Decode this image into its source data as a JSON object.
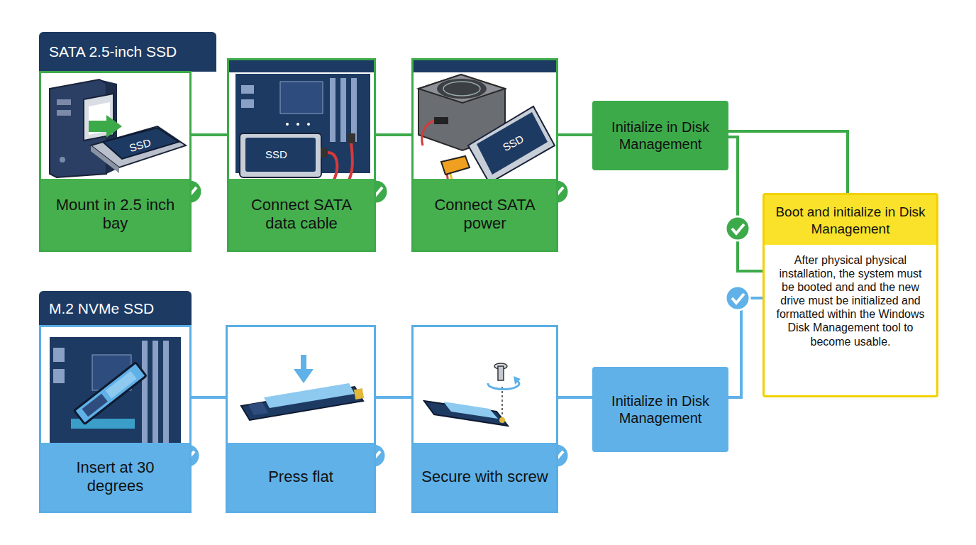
{
  "diagram": {
    "nodes": [
      {
        "text": [
          "SATA 2.5-inch SSD"
        ]
      },
      {
        "text": [
          "Mount in 2.5 inch bay"
        ]
      },
      {
        "text": [
          "Connect SATA data cable"
        ]
      },
      {
        "text": [
          "Connect SATA power"
        ]
      },
      {
        "text": [
          "Initialize in Disk Management"
        ]
      },
      {
        "text": [
          "Boot and initialize in Disk Management",
          "After physical physical installation, the system must be booted and and the new drive must be initialized and formatted within the Windows Disk Management tool to become usable."
        ]
      },
      {
        "text": [
          "M.2 NVMe SSD"
        ]
      },
      {
        "text": [
          "Insert at 30 degrees"
        ]
      },
      {
        "text": [
          "Press flat"
        ]
      },
      {
        "text": [
          "Secure with screw"
        ]
      },
      {
        "text": [
          "Initialize in Disk Management"
        ]
      }
    ],
    "edges": [
      {
        "from": 1,
        "to": 2,
        "arrow": "none"
      },
      {
        "from": 2,
        "to": 3,
        "arrow": "none"
      },
      {
        "from": 3,
        "to": 4,
        "arrow": "none"
      },
      {
        "from": 4,
        "to": 5,
        "arrow": "none"
      },
      {
        "from": 7,
        "to": 8,
        "arrow": "none"
      },
      {
        "from": 8,
        "to": 9,
        "arrow": "none"
      },
      {
        "from": 9,
        "to": 10,
        "arrow": "none"
      },
      {
        "from": 10,
        "to": 5,
        "arrow": "none"
      }
    ],
    "labels": [
      "SSD",
      "SSD",
      "SSD"
    ]
  }
}
